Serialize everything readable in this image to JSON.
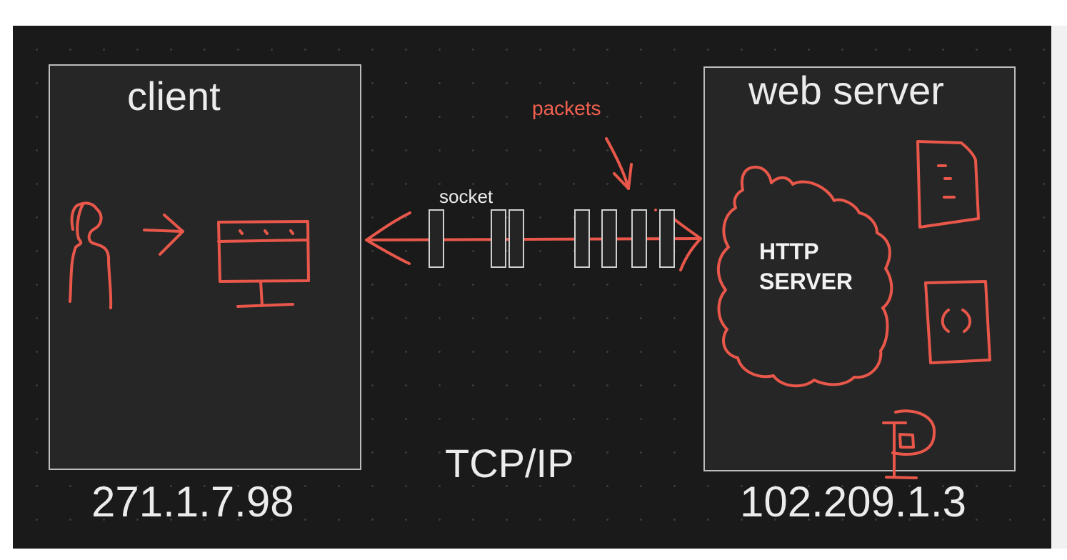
{
  "client": {
    "title": "client",
    "ip": "271.1.7.98"
  },
  "server": {
    "title": "web server",
    "ip": "102.209.1.3",
    "http_label_line1": "HTTP",
    "http_label_line2": "SERVER"
  },
  "connection": {
    "protocol": "TCP/IP",
    "socket_label": "socket",
    "packets_label": "packets"
  },
  "colors": {
    "background": "#1a1a1a",
    "sketch": "#e8574a",
    "packets_text": "#f26150",
    "box_border": "#bdbdbd"
  }
}
